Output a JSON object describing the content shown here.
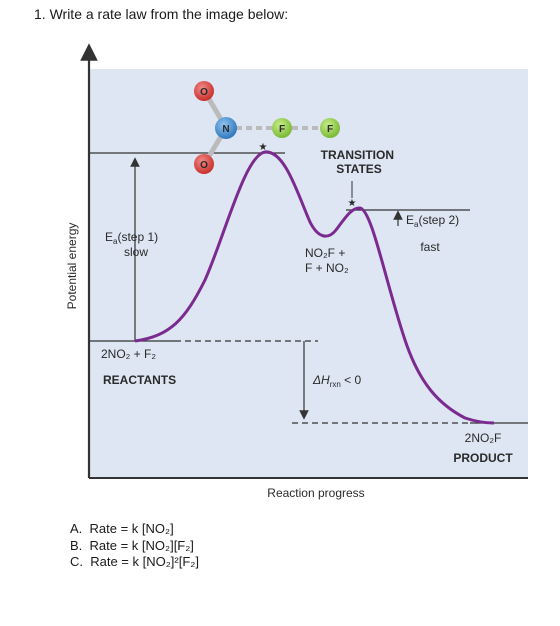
{
  "question": "1.  Write a rate law from the image below:",
  "diagram": {
    "y_axis_label": "Potential energy",
    "x_axis_label": "Reaction progress",
    "transition_states_line1": "TRANSITION",
    "transition_states_line2": "STATES",
    "ea1_main": "E",
    "ea1_sub": "a",
    "ea1_tail": "(step 1)",
    "ea1_rate": "slow",
    "ea2_main": "E",
    "ea2_sub": "a",
    "ea2_tail": "(step 2)",
    "ea2_rate": "fast",
    "intermediate_line1": "NO₂F +",
    "intermediate_line2": "F + NO₂",
    "reactants_formula": "2NO₂ + F₂",
    "reactants_label": "REACTANTS",
    "product_formula": "2NO₂F",
    "product_label": "PRODUCT",
    "dh_main": "ΔH",
    "dh_sub": "rxn",
    "dh_tail": " < 0",
    "atom_o1": "O",
    "atom_o2": "O",
    "atom_n": "N",
    "atom_f1": "F",
    "atom_f2": "F",
    "star1": "★",
    "star2": "★",
    "colors": {
      "panel": "#dde6f2",
      "curve": "#7b2b8f",
      "oxygen": "#c9302c",
      "nitrogen": "#3a86c8",
      "fluorine": "#8cc63f"
    }
  },
  "choices": [
    {
      "letter": "A.",
      "text": "Rate = k [NO₂]"
    },
    {
      "letter": "B.",
      "text": "Rate = k [NO₂][F₂]"
    },
    {
      "letter": "C.",
      "text": "Rate = k [NO₂]²[F₂]"
    }
  ]
}
